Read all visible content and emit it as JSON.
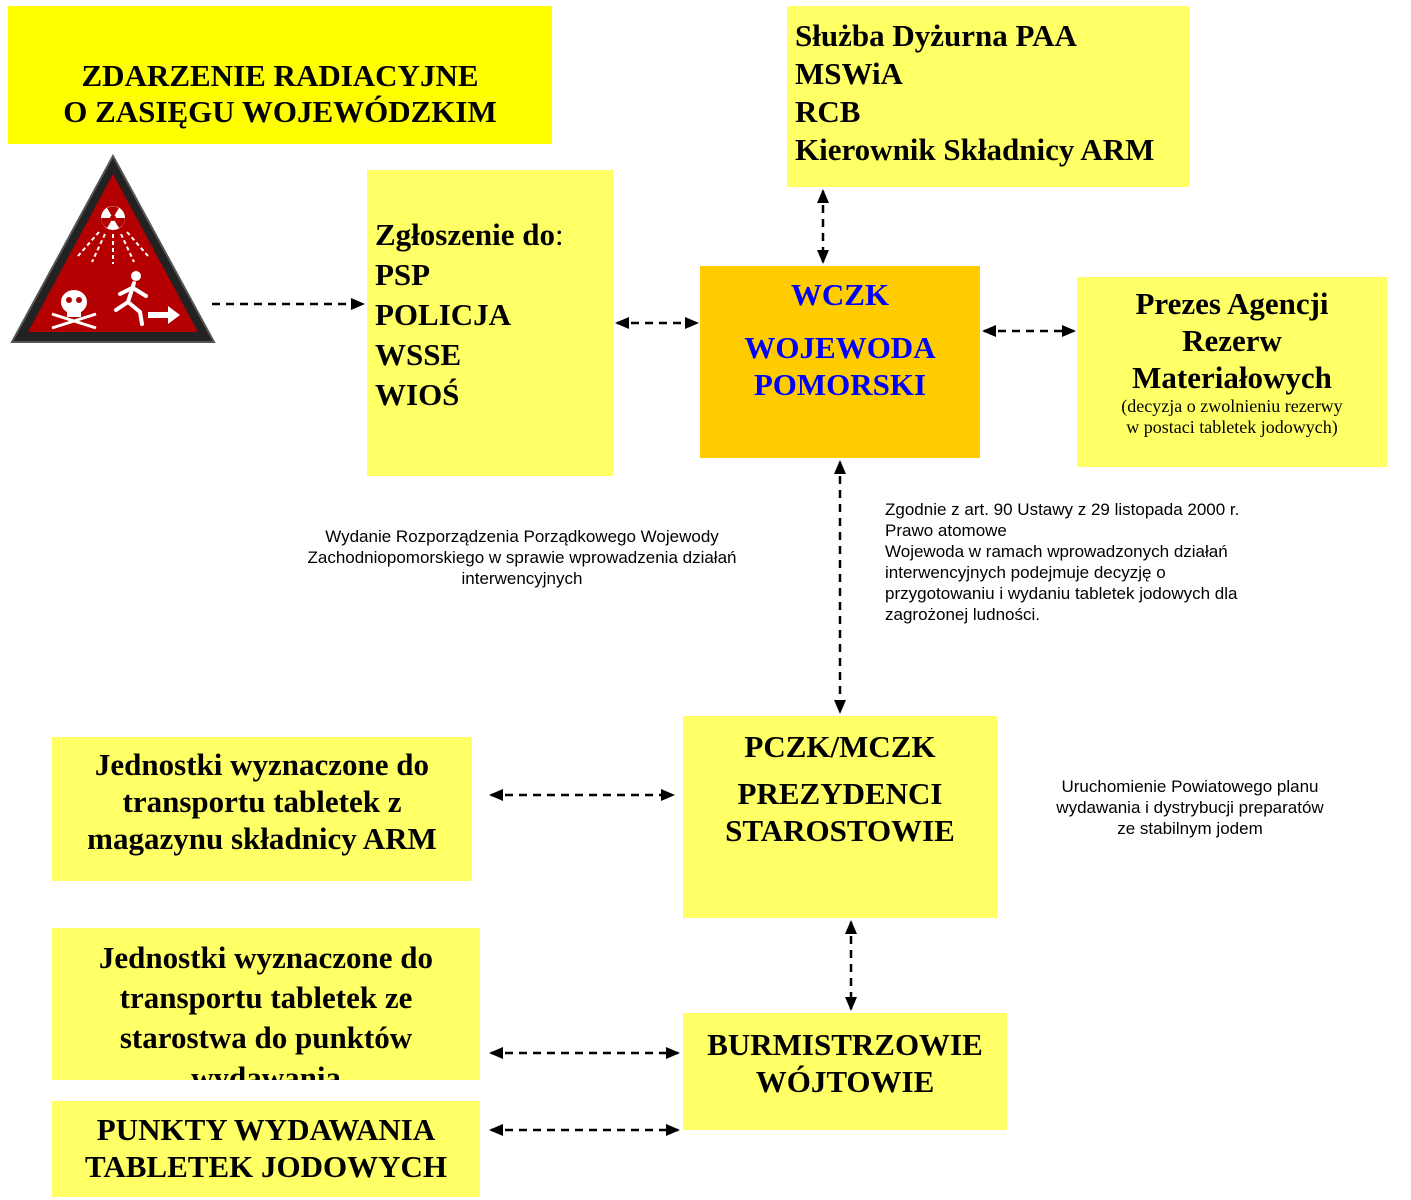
{
  "title_box": {
    "lines": [
      "ZDARZENIE RADIACYJNE",
      "O ZASIĘGU WOJEWÓDZKIM"
    ]
  },
  "top_box": {
    "lines": [
      "Służba Dyżurna PAA",
      "MSWiA",
      "RCB",
      "Kierownik Składnicy ARM"
    ]
  },
  "report_box": {
    "heading": "Zgłoszenie do",
    "heading_colon": ":",
    "lines": [
      "PSP",
      "POLICJA",
      "WSSE",
      "WIOŚ"
    ]
  },
  "center_box": {
    "line1": "WCZK",
    "line2": "WOJEWODA",
    "line3": "POMORSKI"
  },
  "reserve_box": {
    "lines": [
      "Prezes Agencji",
      "Rezerw",
      "Materiałowych"
    ],
    "sub": [
      "(decyzja o zwolnieniu rezerwy",
      "w postaci tabletek jodowych)"
    ]
  },
  "note_left": {
    "lines": [
      "Wydanie Rozporządzenia Porządkowego Wojewody",
      "Zachodniopomorskiego w sprawie wprowadzenia działań",
      "interwencyjnych"
    ]
  },
  "note_right": {
    "lines": [
      "Zgodnie z art. 90 Ustawy z 29 listopada 2000 r.",
      "Prawo atomowe",
      "Wojewoda w ramach wprowadzonych działań",
      "interwencyjnych podejmuje decyzję o",
      "przygotowaniu i wydaniu tabletek jodowych dla",
      "zagrożonej ludności."
    ]
  },
  "pczk_box": {
    "line1": "PCZK/MCZK",
    "line2": "PREZYDENCI",
    "line3": "STAROSTOWIE"
  },
  "note_pczk": {
    "lines": [
      "Uruchomienie Powiatowego planu",
      "wydawania i dystrybucji preparatów",
      "ze stabilnym jodem"
    ]
  },
  "transport1_box": {
    "lines": [
      "Jednostki wyznaczone do",
      "transportu tabletek z",
      "magazynu składnicy ARM"
    ]
  },
  "transport2_box": {
    "lines": [
      "Jednostki wyznaczone do",
      "transportu tabletek ze",
      "starostwa do punktów",
      "wydawania"
    ]
  },
  "burm_box": {
    "lines": [
      "BURMISTRZOWIE",
      "WÓJTOWIE"
    ]
  },
  "points_box": {
    "lines": [
      "PUNKTY WYDAWANIA",
      "TABLETEK JODOWYCH"
    ]
  },
  "colors": {
    "box": "#ffff66",
    "title_box": "#ffff00",
    "center_box": "#ffcc00",
    "center_text": "#0000ff",
    "sign_red": "#b40000"
  },
  "icons": {
    "hazard": "radiation-hazard-warning-icon"
  }
}
